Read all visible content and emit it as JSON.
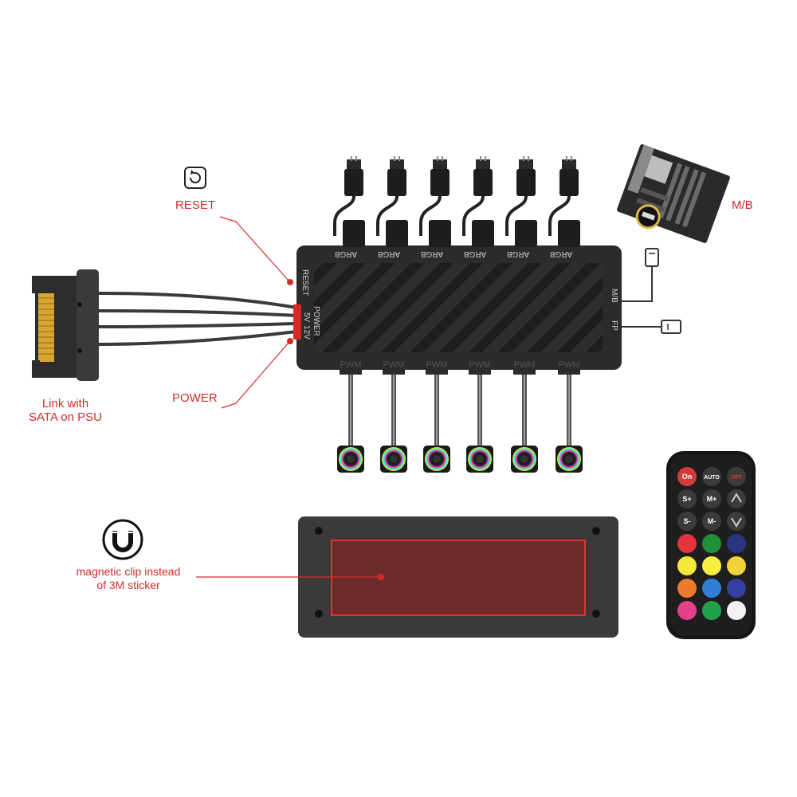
{
  "labels": {
    "reset": "RESET",
    "power": "POWER",
    "link_line1": "Link with",
    "link_line2": "SATA on PSU",
    "mb": "M/B",
    "magnet_line1": "magnetic clip instead",
    "magnet_line2": "of 3M sticker"
  },
  "hub": {
    "top_port_label": "ARGB",
    "bottom_port_label": "PWM",
    "reset_label": "RESET",
    "power_label": "POWER",
    "v5_label": "5V",
    "v12_label": "12V",
    "mb_port_label": "M/B",
    "fp_port_label": "FP",
    "port_count": 6
  },
  "remote": {
    "on": "On",
    "auto": "AUTO",
    "off": "OFF",
    "s_plus": "S+",
    "m_plus": "M+",
    "s_minus": "S-",
    "m_minus": "M-",
    "color_rows": [
      [
        "#e5323b",
        "#1f8f3a",
        "#2a3580"
      ],
      [
        "#f4e83a",
        "#f6ef3f",
        "#f2d23a"
      ],
      [
        "#ee7b2a",
        "#2f7fd8",
        "#3340a0"
      ],
      [
        "#e63f8a",
        "#22a04a",
        "#f2f2f2"
      ]
    ]
  },
  "colors": {
    "accent_red": "#d42a2a",
    "hub_body": "#2b2b2b",
    "plate": "#3a3a3a",
    "plate_window": "#6e2a2a"
  },
  "icons": {
    "reset": "reset-icon",
    "magnet": "magnet-icon"
  }
}
